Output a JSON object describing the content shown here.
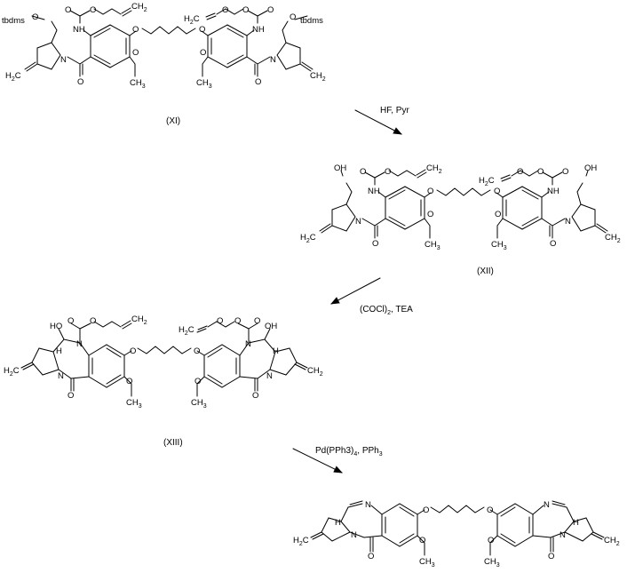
{
  "compounds": [
    {
      "id": "xi",
      "label": "(XI)"
    },
    {
      "id": "xii",
      "label": "(XII)"
    },
    {
      "id": "xiii",
      "label": "(XIII)"
    },
    {
      "id": "product",
      "label": ""
    }
  ],
  "steps": [
    {
      "id": "step1",
      "reagents": "HF, Pyr"
    },
    {
      "id": "step2",
      "reagents_main": "(COCl)",
      "reagents_sub": "2",
      "reagents_tail": ", TEA"
    },
    {
      "id": "step3",
      "reagents_main": "Pd(PPh3)",
      "reagents_sub": "4",
      "reagents_tail": ", PPh",
      "reagents_sub2": "3"
    }
  ],
  "atoms": {
    "tbdms": "tbdms",
    "o": "O",
    "nh": "NH",
    "n": "N",
    "oh": "OH",
    "h": "H",
    "ch": "CH",
    "ch_sub": "3",
    "h2c": "H",
    "h2c_sub": "2",
    "h2c_tail": "C",
    "ch2": "CH",
    "ch2_sub": "2"
  }
}
